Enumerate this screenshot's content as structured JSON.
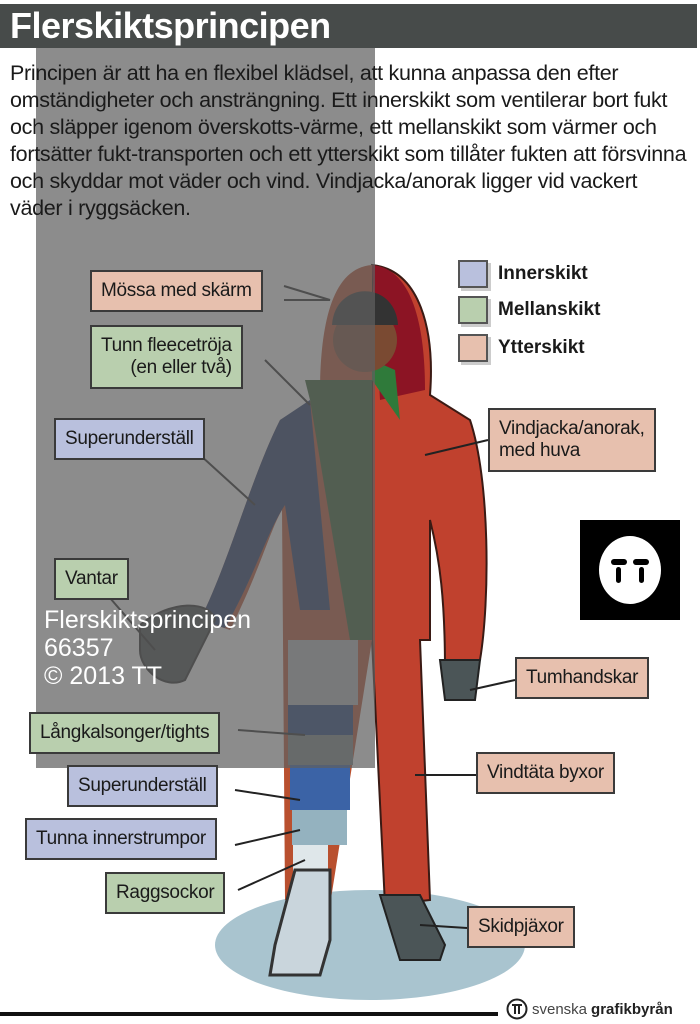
{
  "title": "Flerskiktsprincipen",
  "intro": "Principen är att ha en flexibel klädsel, att kunna anpassa den efter omständigheter och ansträngning. Ett innerskikt som ventilerar bort fukt och släpper igenom överskotts-värme, ett mellanskikt som värmer och fortsätter fukt-transporten och ett ytterskikt som tillåter fukten att försvinna och skyddar mot väder och vind. Vindjacka/anorak ligger vid vackert väder i ryggsäcken.",
  "legend": [
    {
      "label": "Innerskikt",
      "color": "#b9c0dd"
    },
    {
      "label": "Mellanskikt",
      "color": "#b9cfae"
    },
    {
      "label": "Ytterskikt",
      "color": "#e7c0ae"
    }
  ],
  "labels": {
    "mossa": "Mössa med skärm",
    "fleece1": "Tunn fleecetröja",
    "fleece2": "(en eller två)",
    "super_top": "Superunderställ",
    "vantar": "Vantar",
    "langkalsonger": "Långkalsonger/tights",
    "super_leg": "Superunderställ",
    "innerstrumpor": "Tunna innerstrumpor",
    "raggsockor": "Raggsockor",
    "vindjacka1": "Vindjacka/anorak,",
    "vindjacka2": "med huva",
    "tumhandskar": "Tumhandskar",
    "byxor": "Vindtäta byxor",
    "pjaxor": "Skidpjäxor"
  },
  "watermark": {
    "title": "Flerskiktsprincipen",
    "id": "66357",
    "copyright": "© 2013 TT"
  },
  "footer": {
    "brand1": "svenska",
    "brand2": "grafikbyrån"
  }
}
